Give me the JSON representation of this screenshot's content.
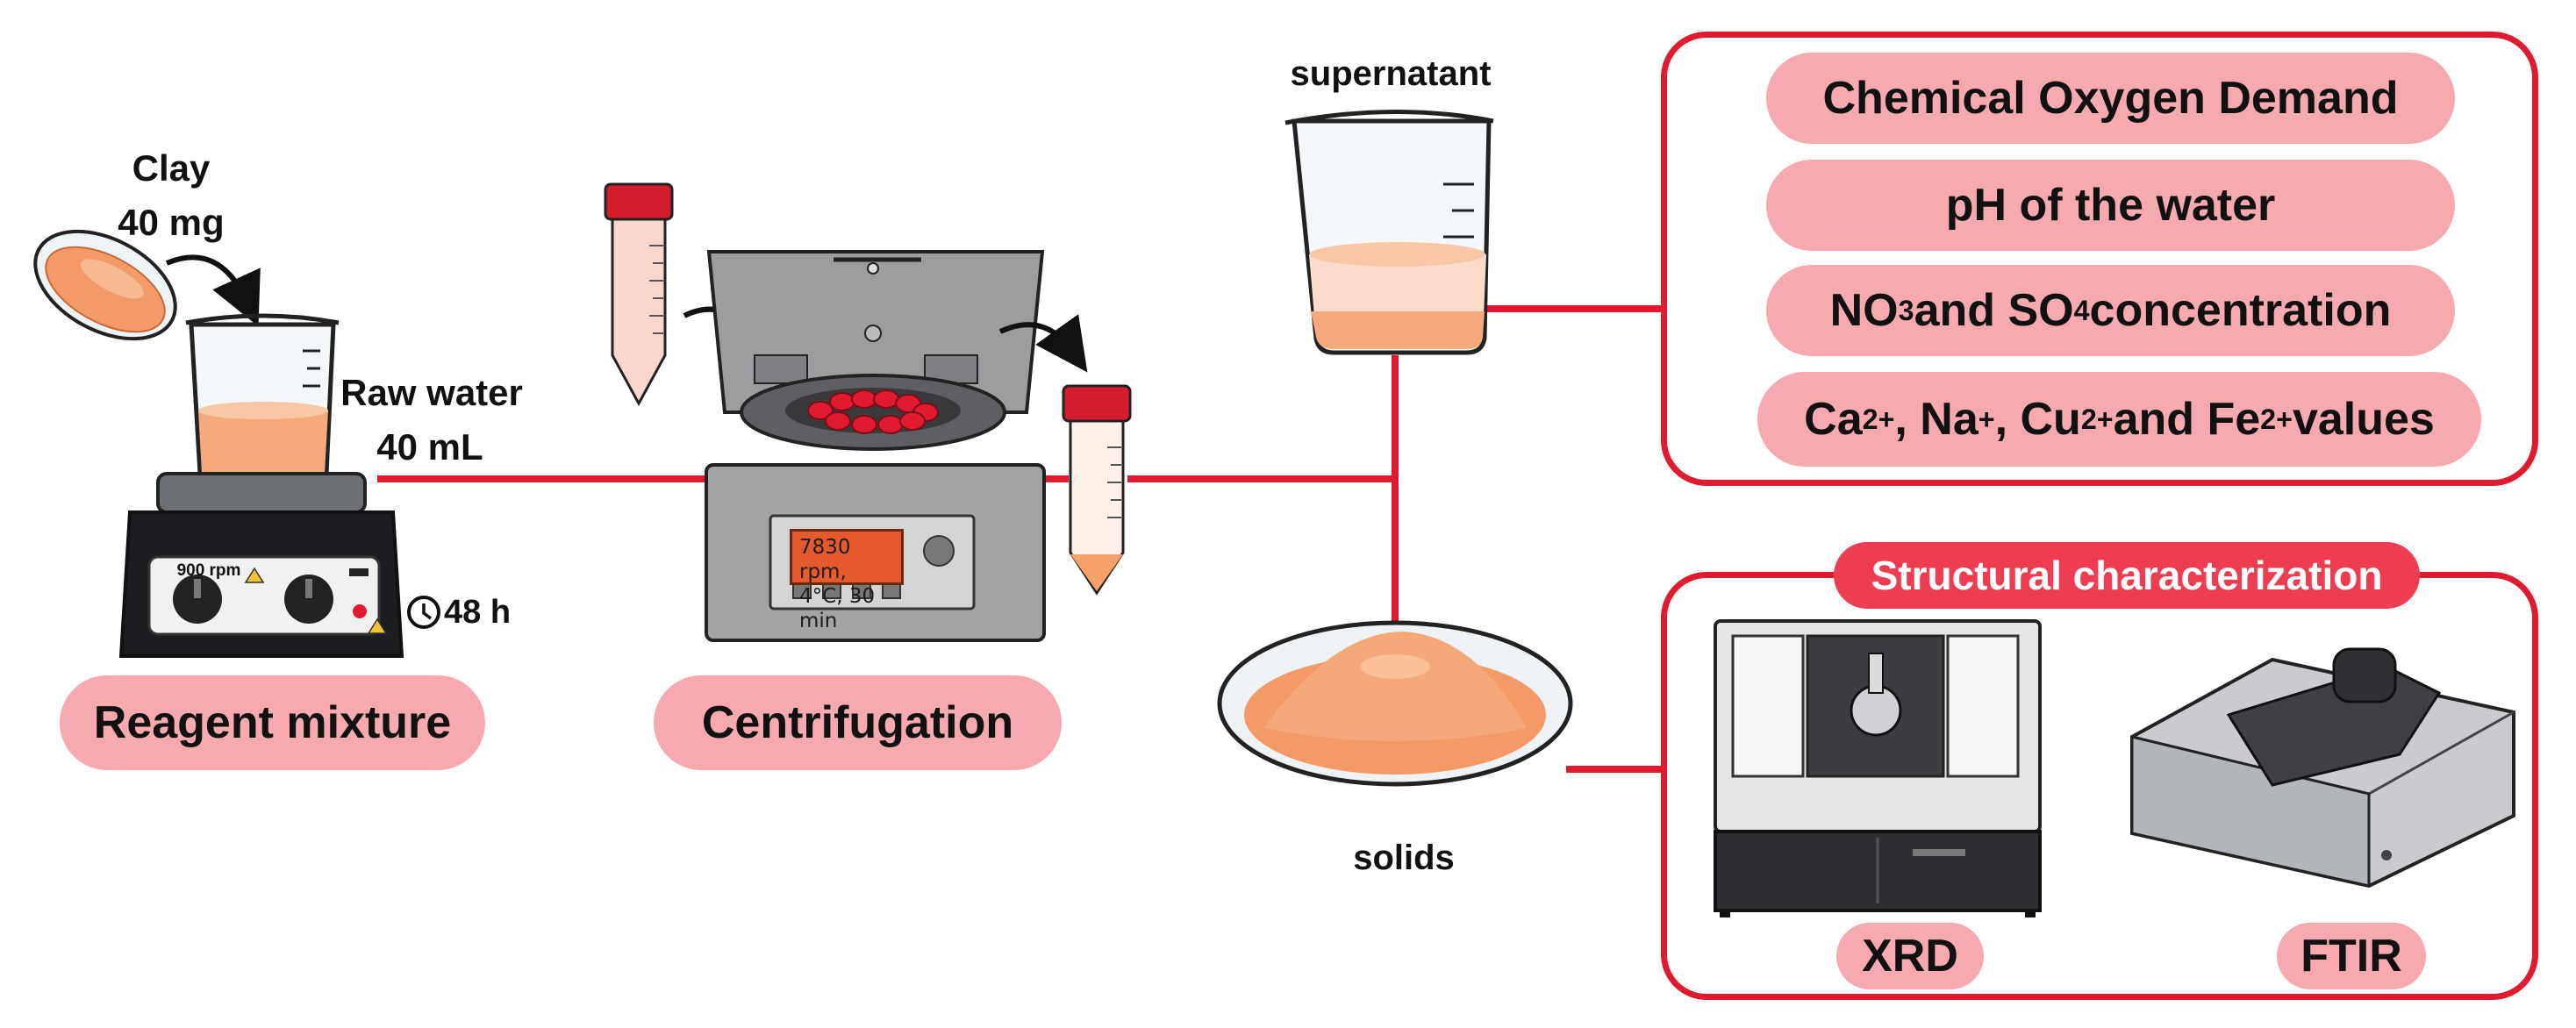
{
  "colors": {
    "connector": "#e01b2f",
    "pill_fill": "#f7a9b0",
    "frame_title_fill": "#ee3c50",
    "sample_orange": "#f6a67a",
    "device_gray": "#8c8c8c"
  },
  "reagent": {
    "clay_label": "Clay",
    "clay_amount": "40 mg",
    "water_label": "Raw water",
    "water_amount": "40 mL",
    "stir_speed": "900 rpm",
    "time": "48 h",
    "step_label": "Reagent mixture"
  },
  "centrifuge": {
    "display_line1": "7830 rpm,",
    "display_line2": "4°C, 30 min",
    "step_label": "Centrifugation"
  },
  "separation": {
    "supernatant_label": "supernatant",
    "solids_label": "solids"
  },
  "water_analysis": {
    "items": [
      {
        "text": "Chemical Oxygen Demand"
      },
      {
        "text": "pH of the water"
      },
      {
        "parts": [
          "NO",
          "3",
          " and SO",
          "4",
          " concentration"
        ]
      },
      {
        "parts": [
          "Ca",
          "2+",
          ", Na",
          "+",
          ", Cu",
          "2+",
          " and Fe",
          "2+",
          " values"
        ]
      }
    ]
  },
  "structural": {
    "title": "Structural characterization",
    "xrd_label": "XRD",
    "ftir_label": "FTIR"
  }
}
